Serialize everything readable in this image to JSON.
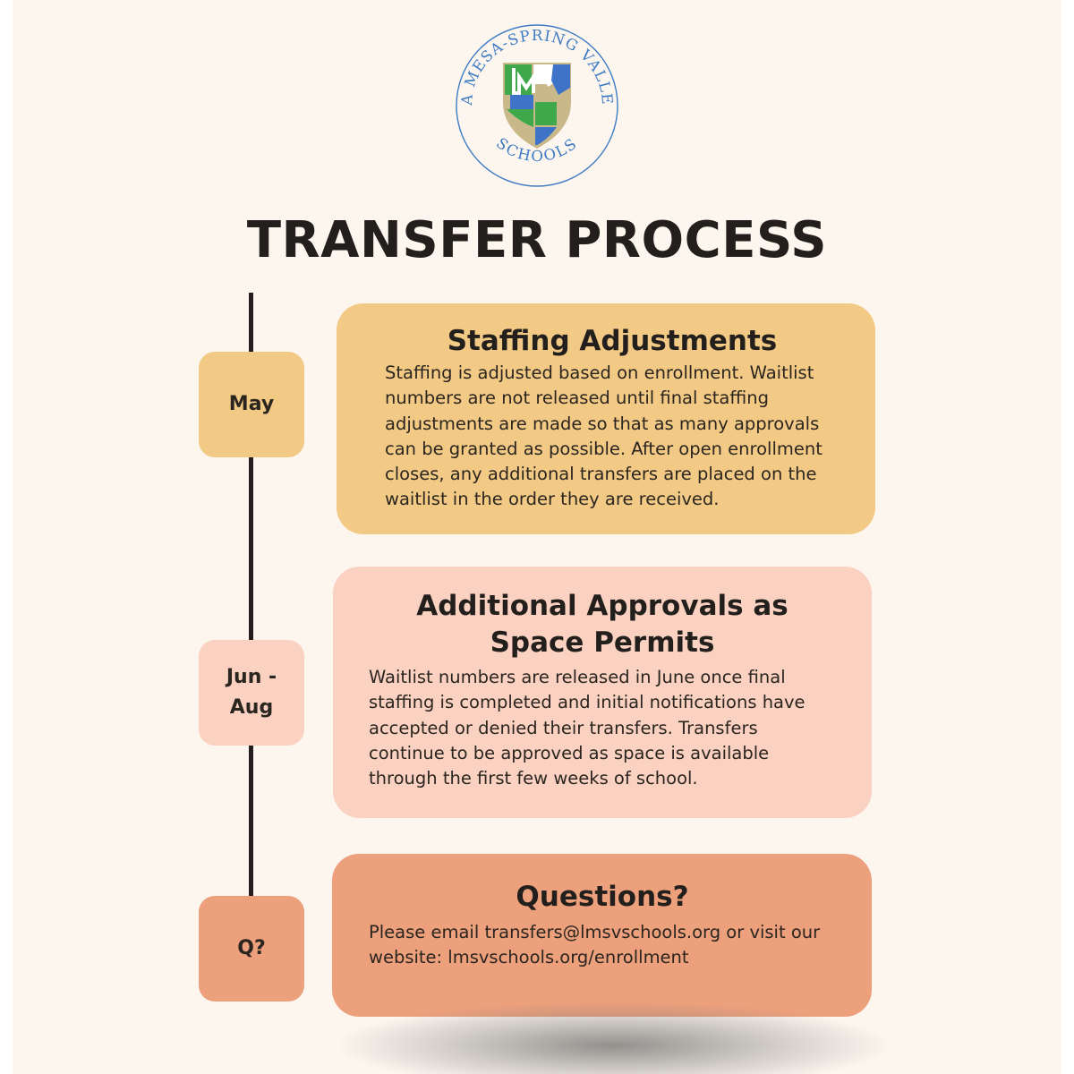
{
  "logo": {
    "arc_top": "LA MESA-SPRING VALLEY",
    "arc_bottom": "SCHOOLS",
    "colors": {
      "blue": "#3f73c8",
      "green": "#3ea84a",
      "tan": "#c9b98a",
      "text_blue": "#3d7bc4"
    }
  },
  "title": "TRANSFER PROCESS",
  "timeline": [
    {
      "date": "May",
      "heading": "Staffing Adjustments",
      "body": "Staffing is adjusted based on enrollment. Waitlist numbers are not released until final staffing adjustments are made so that as many approvals can be granted as possible. After open enrollment closes, any additional transfers are placed on the waitlist in the order they are received.",
      "color": "#f3ca85"
    },
    {
      "date": "Jun - Aug",
      "heading": "Additional Approvals as Space Permits",
      "body": "Waitlist numbers are released in June once final staffing is completed and initial notifications have accepted or denied their transfers. Transfers continue to be approved as space is available through the first few weeks of school.",
      "color": "#fbd2c1"
    },
    {
      "date": "Q?",
      "heading": "Questions?",
      "body": "Please email transfers@lmsvschools.org or visit our website: lmsvschools.org/enrollment",
      "color": "#eca07c"
    }
  ]
}
